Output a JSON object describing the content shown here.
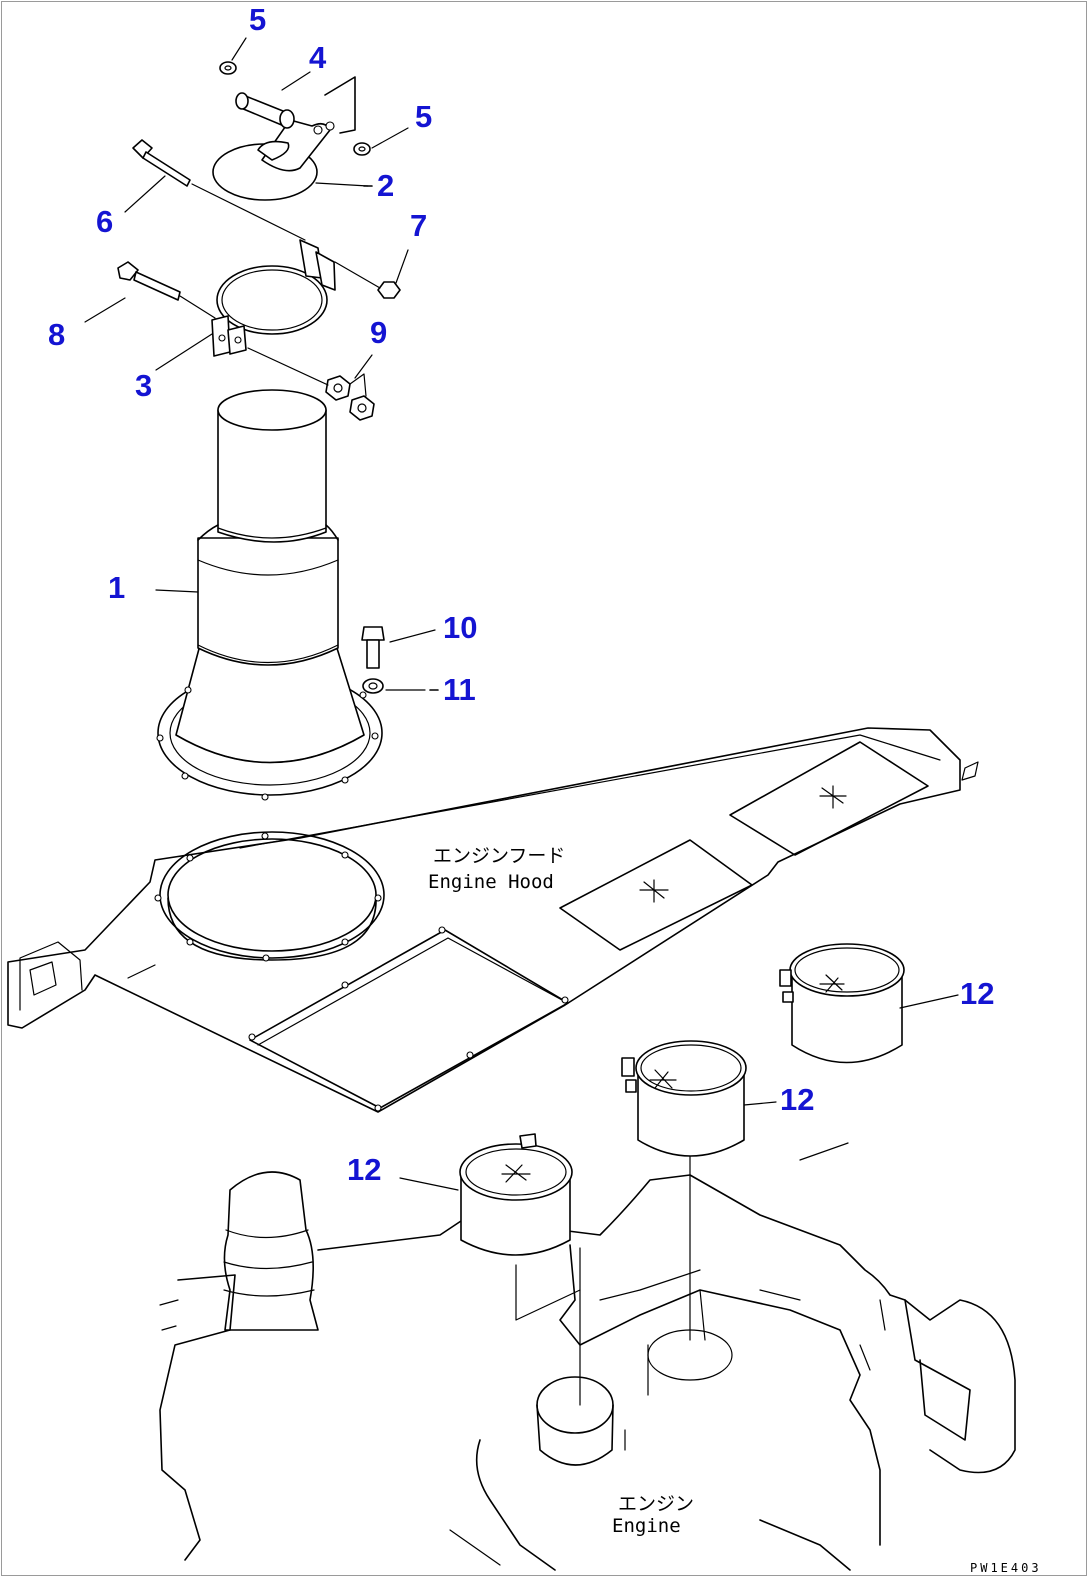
{
  "diagram": {
    "callouts": {
      "c1": "1",
      "c2": "2",
      "c3": "3",
      "c4": "4",
      "c5a": "5",
      "c5b": "5",
      "c6": "6",
      "c7": "7",
      "c8": "8",
      "c9": "9",
      "c10": "10",
      "c11": "11",
      "c12a": "12",
      "c12b": "12",
      "c12c": "12"
    },
    "labels": {
      "hood_jp": "エンジンフード",
      "hood_en": "Engine Hood",
      "engine_jp": "エンジン",
      "engine_en": "Engine"
    },
    "drawing_code": "PW1E403",
    "colors": {
      "callout": "#1414d2",
      "line": "#000000",
      "background": "#ffffff"
    }
  }
}
